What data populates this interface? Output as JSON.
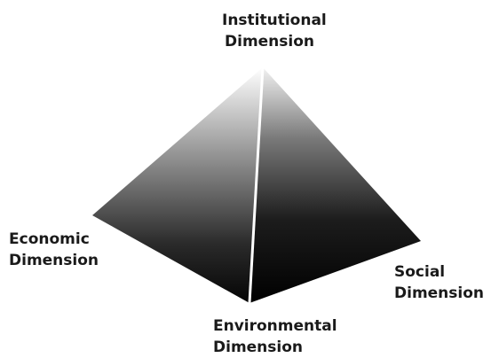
{
  "diagram": {
    "vertices": {
      "apex": {
        "line1": "Institutional",
        "line2": "Dimension"
      },
      "left": {
        "line1": "Economic",
        "line2": "Dimension"
      },
      "right": {
        "line1": "Social",
        "line2": "Dimension"
      },
      "bottom": {
        "line1": "Environmental",
        "line2": "Dimension"
      }
    }
  }
}
